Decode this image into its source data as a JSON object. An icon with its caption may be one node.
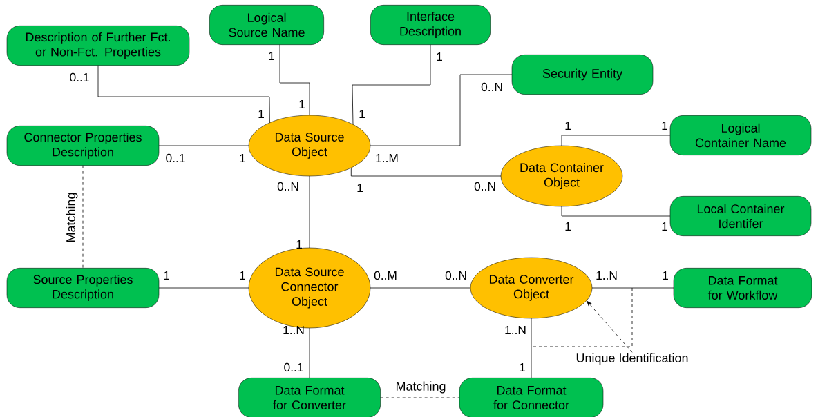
{
  "diagram": {
    "nodes": [
      {
        "text": [
          "Description of Further Fct. or Non-Fct. Properties"
        ]
      },
      {
        "text": [
          "Logical Source Name"
        ]
      },
      {
        "text": [
          "Interface Description"
        ]
      },
      {
        "text": [
          "Security Entity"
        ]
      },
      {
        "text": [
          "Connector Properties Description"
        ]
      },
      {
        "text": [
          "Data Source Object"
        ]
      },
      {
        "text": [
          "Logical Container Name"
        ]
      },
      {
        "text": [
          "Data Container Object"
        ]
      },
      {
        "text": [
          "Local Container Identifer"
        ]
      },
      {
        "text": [
          "Source Properties Description"
        ]
      },
      {
        "text": [
          "Data Source Connector Object"
        ]
      },
      {
        "text": [
          "Data Converter Object"
        ]
      },
      {
        "text": [
          "Data Format for Workflow"
        ]
      },
      {
        "text": [
          "Unique Identification"
        ]
      },
      {
        "text": [
          "Data Format for Converter"
        ]
      },
      {
        "text": [
          "Data Format for Connector"
        ]
      }
    ],
    "edges": [
      {
        "from": 0,
        "to": 5,
        "arrow": "none"
      },
      {
        "from": 1,
        "to": 5,
        "arrow": "none"
      },
      {
        "from": 2,
        "to": 5,
        "arrow": "none"
      },
      {
        "from": 3,
        "to": 5,
        "arrow": "none"
      },
      {
        "from": 4,
        "to": 5,
        "arrow": "none"
      },
      {
        "from": 5,
        "to": 7,
        "arrow": "none"
      },
      {
        "from": 7,
        "to": 6,
        "arrow": "none"
      },
      {
        "from": 7,
        "to": 8,
        "arrow": "none"
      },
      {
        "from": 4,
        "to": 9,
        "arrow": "none",
        "label": "Matching",
        "style": "dashed"
      },
      {
        "from": 5,
        "to": 10,
        "arrow": "none"
      },
      {
        "from": 9,
        "to": 10,
        "arrow": "none"
      },
      {
        "from": 10,
        "to": 11,
        "arrow": "none"
      },
      {
        "from": 11,
        "to": 12,
        "arrow": "none"
      },
      {
        "from": 10,
        "to": 14,
        "arrow": "none"
      },
      {
        "from": 11,
        "to": 15,
        "arrow": "none"
      },
      {
        "from": 14,
        "to": 15,
        "arrow": "none",
        "label": "Matching",
        "style": "dashed"
      },
      {
        "from": 13,
        "to": 11,
        "arrow": "to",
        "style": "dashed"
      }
    ],
    "labels": [
      "1",
      "1",
      "0..1",
      "0..N",
      "1",
      "1",
      "1",
      "1",
      "1",
      "0..1",
      "1",
      "1..M",
      "0..N",
      "1",
      "0..N",
      "1",
      "1",
      "1",
      "1",
      "1",
      "0..M",
      "0..N",
      "1..N",
      "1",
      "1..N",
      "1..N",
      "0..1",
      "1"
    ]
  }
}
